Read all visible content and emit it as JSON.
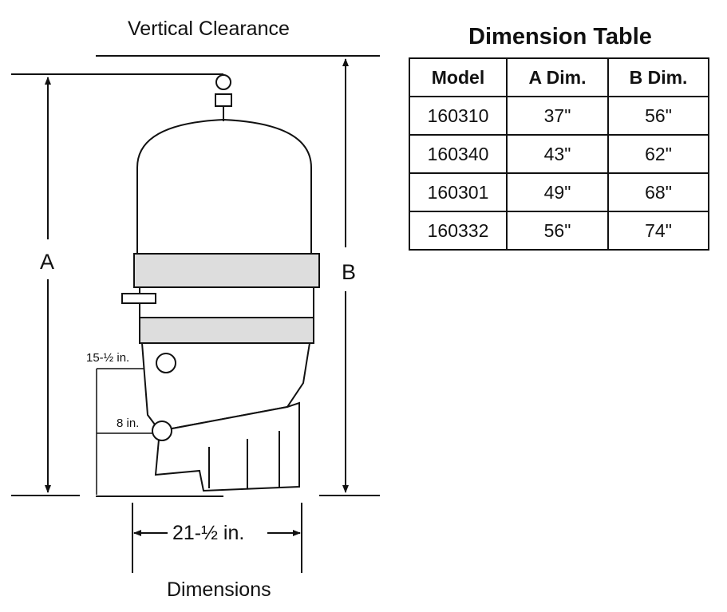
{
  "diagram": {
    "vertical_clearance_label": "Vertical Clearance",
    "dim_a_label": "A",
    "dim_b_label": "B",
    "inlet_upper_label": "15-½ in.",
    "inlet_lower_label": "8 in.",
    "width_label": "21-½ in.",
    "caption": "Dimensions"
  },
  "table": {
    "title": "Dimension Table",
    "headers": [
      "Model",
      "A Dim.",
      "B Dim."
    ],
    "rows": [
      [
        "160310",
        "37\"",
        "56\""
      ],
      [
        "160340",
        "43\"",
        "62\""
      ],
      [
        "160301",
        "49\"",
        "68\""
      ],
      [
        "160332",
        "56\"",
        "74\""
      ]
    ]
  }
}
